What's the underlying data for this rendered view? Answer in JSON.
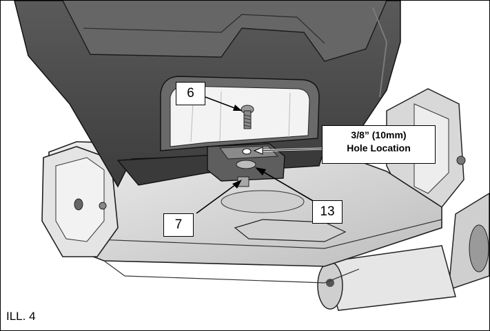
{
  "illustration_label": "ILL. 4",
  "callouts": {
    "bolt": "6",
    "nut": "7",
    "washer": "13"
  },
  "hole_note": {
    "line1": "3/8” (10mm)",
    "line2": "Hole Location"
  }
}
